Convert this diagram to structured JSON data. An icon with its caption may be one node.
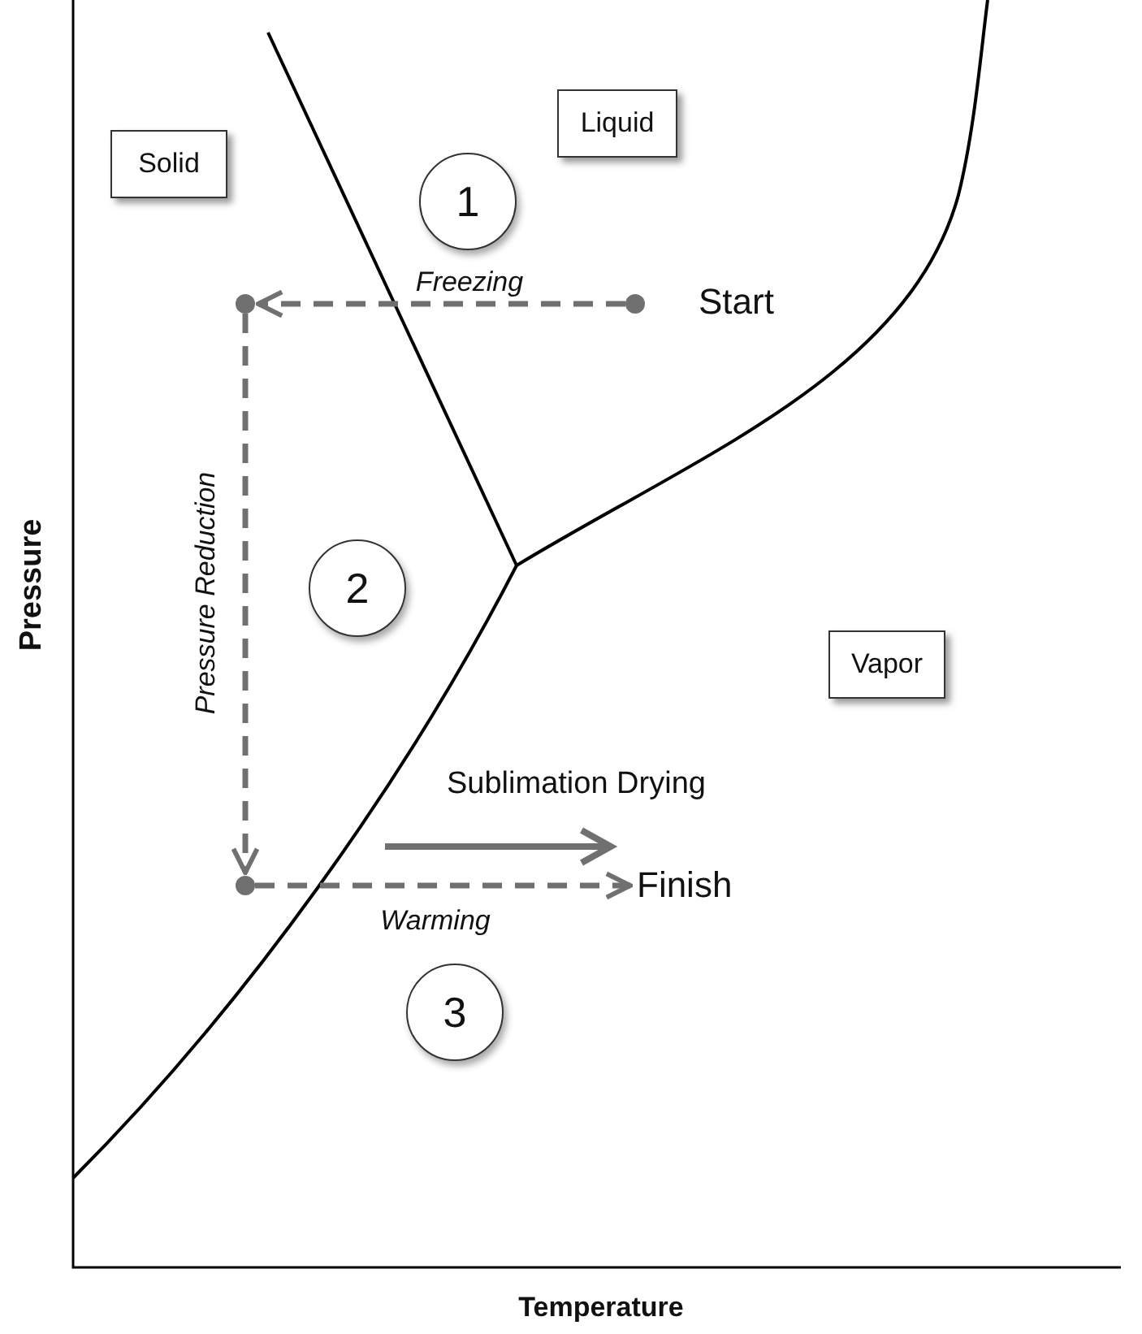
{
  "diagram": {
    "nodes": [
      {
        "text": [
          "Solid"
        ]
      },
      {
        "text": [
          "Liquid"
        ]
      },
      {
        "text": [
          "Vapor"
        ]
      },
      {
        "text": [
          "1"
        ]
      },
      {
        "text": [
          "2"
        ]
      },
      {
        "text": [
          "3"
        ]
      },
      {
        "text": [],
        "shape": "circle",
        "beside": [
          "Start"
        ]
      },
      {
        "text": [],
        "shape": "circle"
      },
      {
        "text": [],
        "shape": "circle"
      },
      {
        "text": [
          "Finish"
        ]
      }
    ],
    "edges": [
      {
        "from": 6,
        "to": 7,
        "arrow": "to",
        "style": "dashed",
        "label": "Freezing"
      },
      {
        "from": 7,
        "to": 8,
        "arrow": "to",
        "style": "dashed",
        "label": "Pressure Reduction"
      },
      {
        "from": 8,
        "to": 9,
        "arrow": "to",
        "style": "dashed",
        "label": "Warming"
      }
    ],
    "labels": [
      "Pressure",
      "Sublimation Drying",
      "Temperature"
    ]
  }
}
